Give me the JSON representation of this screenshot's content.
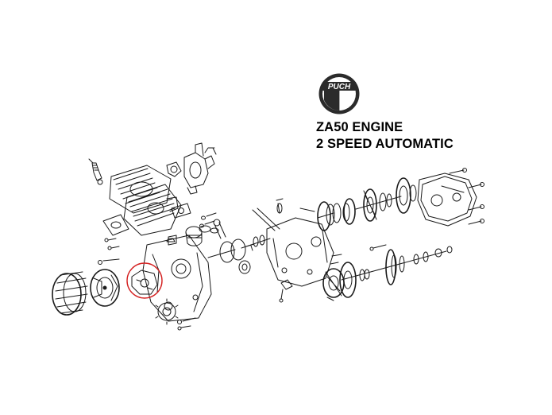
{
  "brand": {
    "logo_text": "PUCH"
  },
  "title": {
    "line1": "ZA50 ENGINE",
    "line2": "2 SPEED AUTOMATIC"
  },
  "colors": {
    "ink": "#1a1a1a",
    "highlight_circle": "#d42020",
    "logo_dark": "#2b2b2b"
  }
}
